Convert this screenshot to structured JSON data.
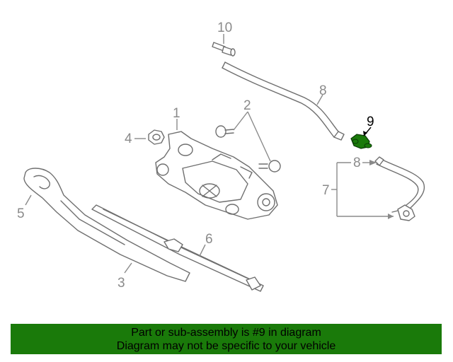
{
  "diagram": {
    "callouts": [
      {
        "id": "10",
        "label": "10"
      },
      {
        "id": "8a",
        "label": "8"
      },
      {
        "id": "9",
        "label": "9",
        "highlighted": true
      },
      {
        "id": "2",
        "label": "2"
      },
      {
        "id": "1",
        "label": "1"
      },
      {
        "id": "4",
        "label": "4"
      },
      {
        "id": "8b",
        "label": "8"
      },
      {
        "id": "7",
        "label": "7"
      },
      {
        "id": "5",
        "label": "5"
      },
      {
        "id": "6",
        "label": "6"
      },
      {
        "id": "3",
        "label": "3"
      }
    ],
    "highlight_color": "#1a7a0a",
    "line_color": "#6f6f6f"
  },
  "banner": {
    "line1": "Part or sub-assembly is #9 in diagram",
    "line2": "Diagram may not be specific to your vehicle",
    "background": "#1a7a0a"
  }
}
